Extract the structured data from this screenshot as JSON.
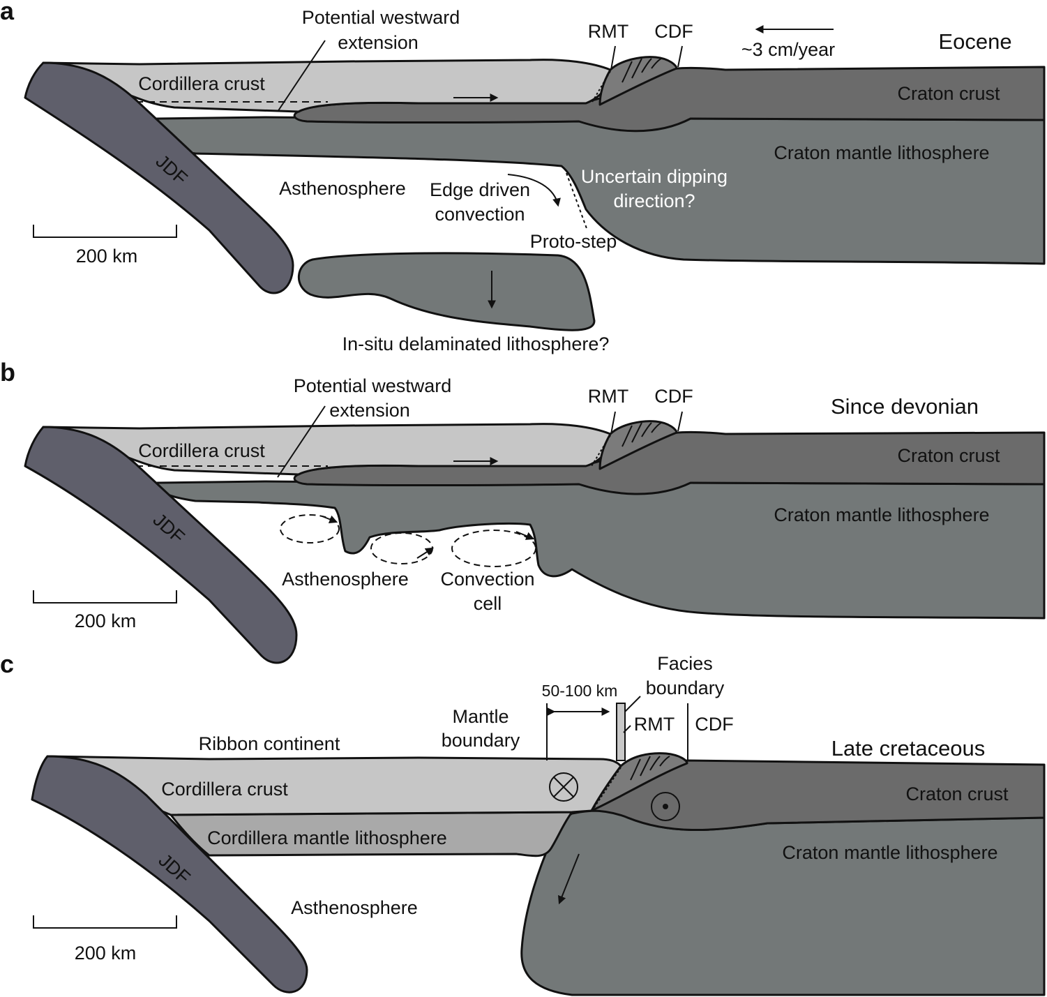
{
  "colors": {
    "slab": "#5f5f6b",
    "cordillera_crust": "#c6c6c6",
    "cordillera_mantle": "#a9a9a9",
    "craton_crust": "#6b6b6b",
    "craton_mantle": "#737878",
    "accreted_wedge": "#7b7b7b",
    "facies_bar": "#c8c8c8",
    "ink": "#111111"
  },
  "panel_a": {
    "letter": "a",
    "age": "Eocene",
    "velocity": "~3 cm/year",
    "rmt": "RMT",
    "cdf": "CDF",
    "extension_line1": "Potential westward",
    "extension_line2": "extension",
    "cordillera_crust": "Cordillera crust",
    "craton_crust": "Craton crust",
    "craton_mantle": "Craton mantle lithosphere",
    "slab": "JDF",
    "asthenosphere": "Asthenosphere",
    "edge_line1": "Edge driven",
    "edge_line2": "convection",
    "uncertain_line1": "Uncertain dipping",
    "uncertain_line2": "direction?",
    "proto_step": "Proto-step",
    "delaminated": "In-situ delaminated lithosphere?",
    "scale": "200 km"
  },
  "panel_b": {
    "letter": "b",
    "age": "Since devonian",
    "rmt": "RMT",
    "cdf": "CDF",
    "extension_line1": "Potential westward",
    "extension_line2": "extension",
    "cordillera_crust": "Cordillera crust",
    "craton_crust": "Craton crust",
    "craton_mantle": "Craton mantle lithosphere",
    "slab": "JDF",
    "asthenosphere": "Asthenosphere",
    "convection_line1": "Convection",
    "convection_line2": "cell",
    "scale": "200 km"
  },
  "panel_c": {
    "letter": "c",
    "age": "Late cretaceous",
    "facies_line1": "Facies",
    "facies_line2": "boundary",
    "distance": "50-100 km",
    "mantle_boundary_line1": "Mantle",
    "mantle_boundary_line2": "boundary",
    "rmt": "RMT",
    "cdf": "CDF",
    "ribbon": "Ribbon continent",
    "cordillera_crust": "Cordillera crust",
    "cordillera_mantle": "Cordillera mantle lithosphere",
    "craton_crust": "Craton crust",
    "craton_mantle": "Craton mantle lithosphere",
    "slab": "JDF",
    "asthenosphere": "Asthenosphere",
    "scale": "200 km"
  }
}
